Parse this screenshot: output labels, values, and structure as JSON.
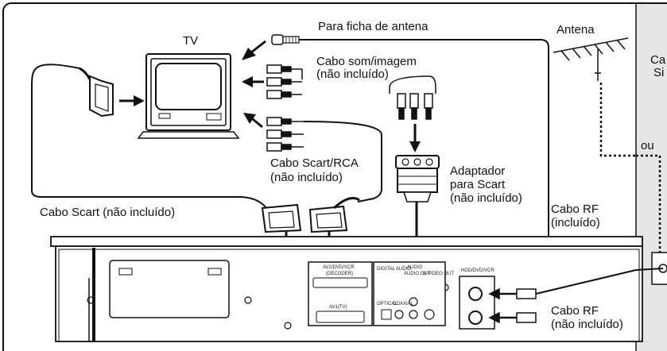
{
  "labels": {
    "tv": "TV",
    "antenna_plug": "Para ficha de antena",
    "antenna": "Antena",
    "av_cable_1": "Cabo som/imagem",
    "av_cable_2": "(não incluído)",
    "scart_rca_1": "Cabo Scart/RCA",
    "scart_rca_2": "(não incluído)",
    "adapter_1": "Adaptador",
    "adapter_2": "para Scart",
    "adapter_3": "(não incluído)",
    "scart_cable": "Cabo Scart (não incluído)",
    "rf_cable_inc_1": "Cabo RF",
    "rf_cable_inc_2": "(incluído)",
    "rf_cable_notinc_1": "Cabo RF",
    "rf_cable_notinc_2": "(não incluído)",
    "side_1": "Ca",
    "side_2": "Si",
    "side_or": "ou"
  },
  "panel_labels": {
    "hdd_dvd_vcr": "HDD/DVD/VCR",
    "decoder_1": "AV2/DVD/VCR",
    "decoder_2": "(DECODER)",
    "av1_tv": "AV1(TV)",
    "digital_audio": "DIGITAL AUDIO",
    "audio": "AUDIO",
    "audio_out": "AUDIO OUT",
    "svideo_out": "S-VIDEO OUT",
    "optical": "OPTICAL",
    "coaxial": "COAXIAL"
  },
  "colors": {
    "line": "#111111",
    "background": "#ffffff",
    "side_panel": "#e6e6e6",
    "screen": "#ffffff"
  }
}
